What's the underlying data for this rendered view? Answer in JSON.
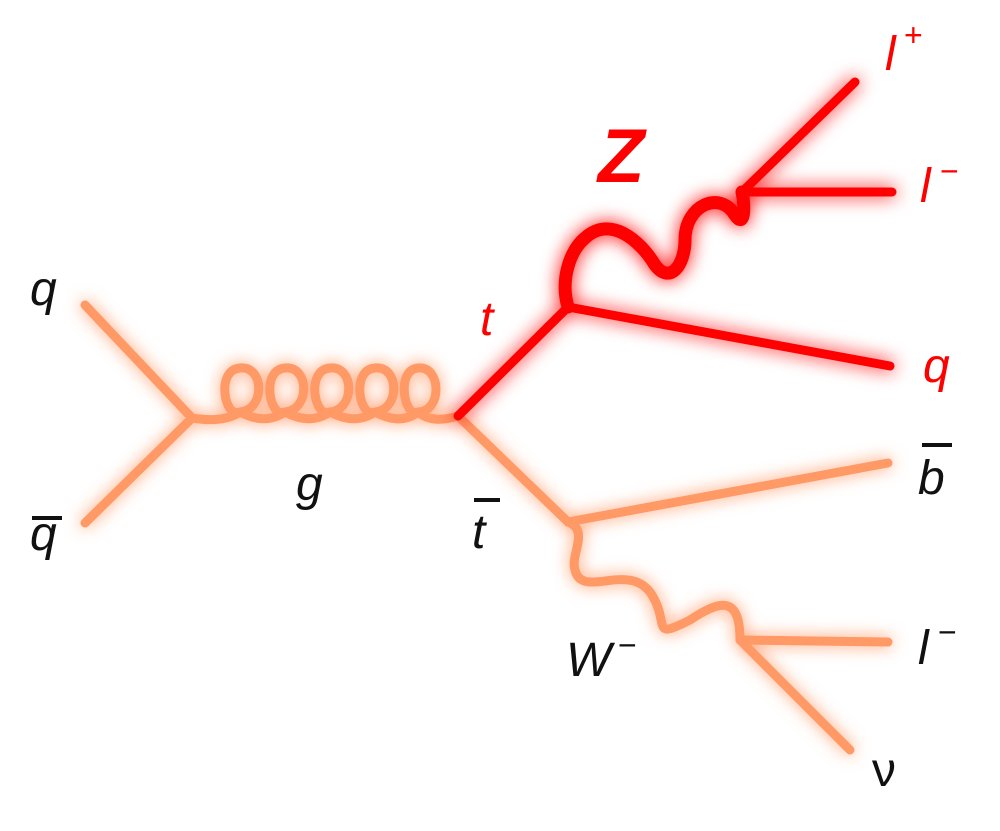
{
  "colors": {
    "standard": "#ff9966",
    "signal": "#ff0000",
    "label_dark": "#111111",
    "label_signal": "#ff0000"
  },
  "labels": {
    "q_in": "q",
    "qbar_in": "q",
    "gluon": "g",
    "top": "t",
    "antitop": "t",
    "z_boson": "Z",
    "lepton_plus_base": "l",
    "lepton_plus_sign": "+",
    "lepton_minus_z_base": "l",
    "lepton_minus_z_sign": "−",
    "q_out": "q",
    "bbar_out": "b",
    "w_boson_base": "W",
    "w_boson_sign": "−",
    "lepton_minus_w_base": "l",
    "lepton_minus_w_sign": "−",
    "neutrino": "ν"
  }
}
